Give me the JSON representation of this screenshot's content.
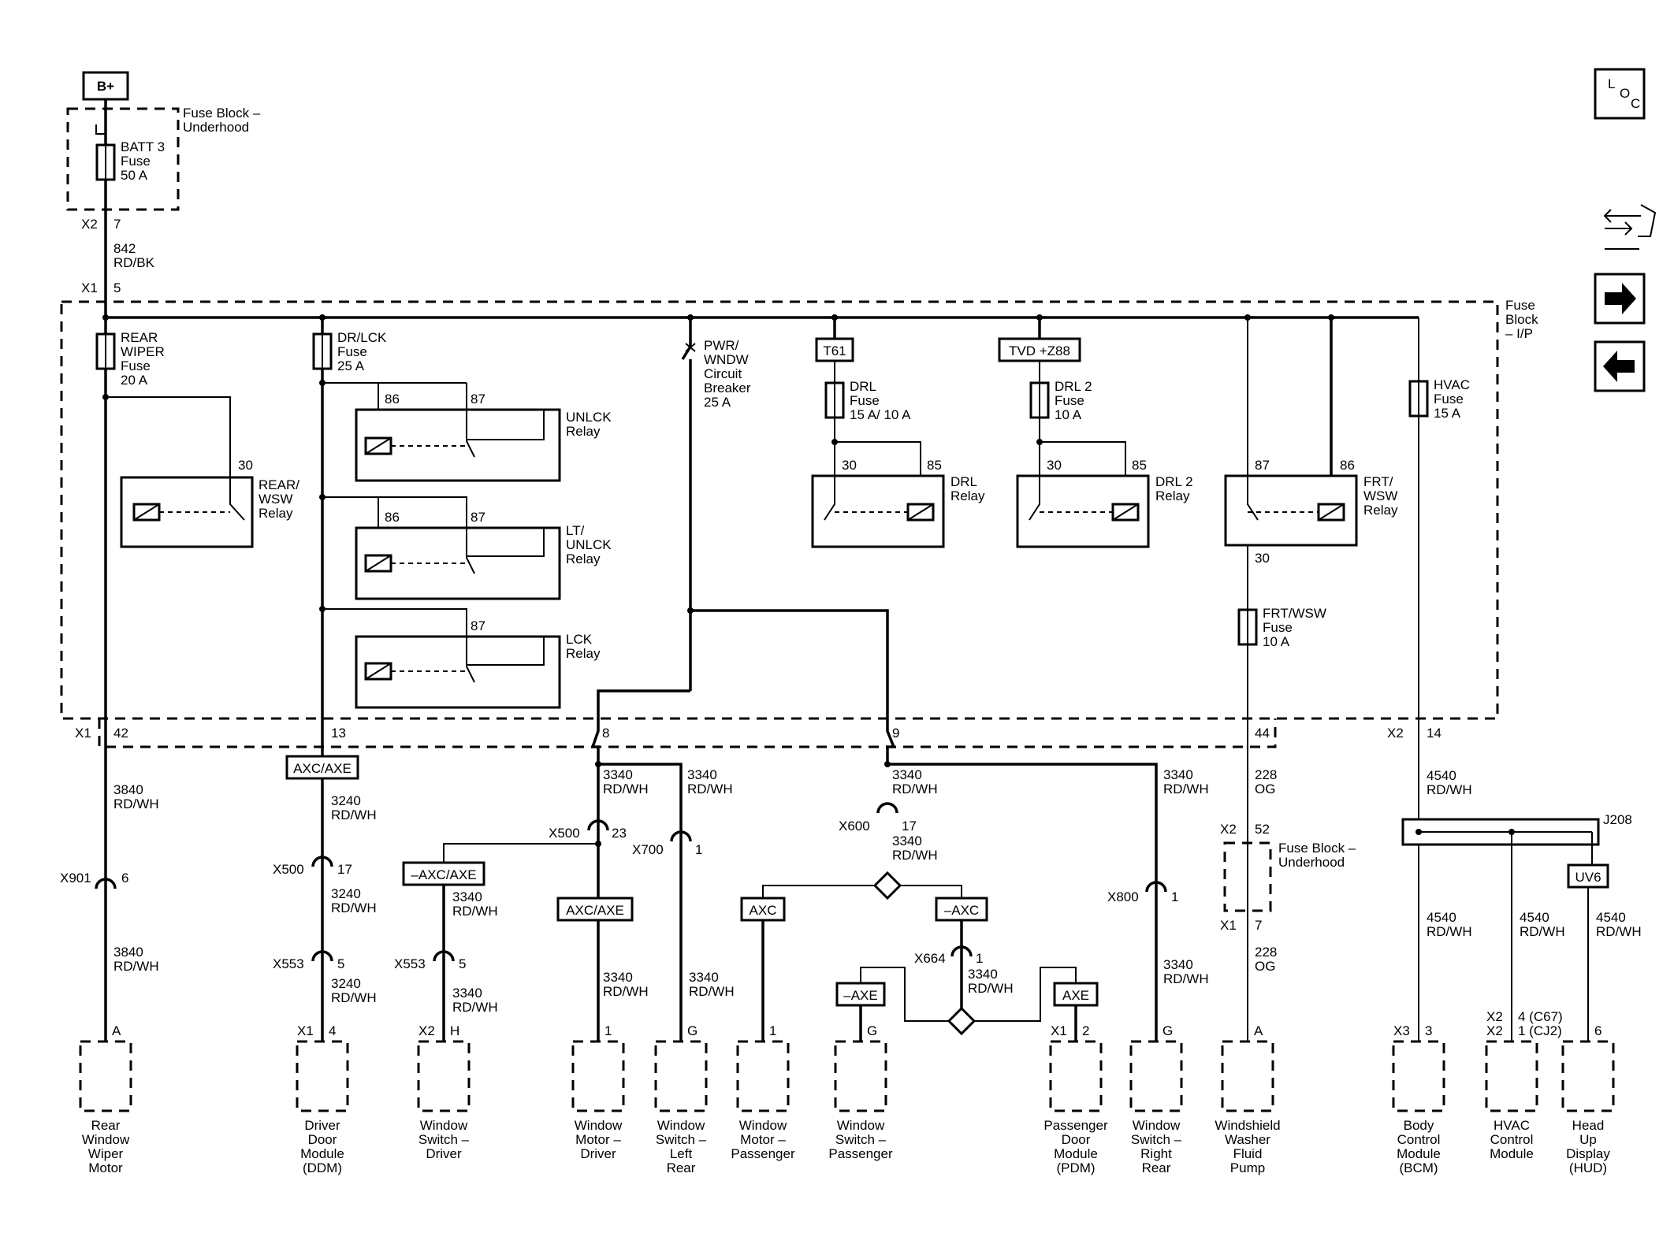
{
  "power": {
    "label": "B+"
  },
  "underhood": {
    "label": [
      "Fuse Block –",
      "Underhood"
    ],
    "fuse": [
      "BATT 3",
      "Fuse",
      "50 A"
    ],
    "conn": "X2",
    "pin": "7"
  },
  "feed": {
    "circuit": [
      "842",
      "RD/BK"
    ],
    "conn": "X1",
    "pin": "5"
  },
  "ip": {
    "label": [
      "Fuse",
      "Block",
      "– I/P"
    ]
  },
  "fuses": {
    "rear_wiper": [
      "REAR",
      "WIPER",
      "Fuse",
      "20 A"
    ],
    "dr_lck": [
      "DR/LCK",
      "Fuse",
      "25 A"
    ],
    "pwr_wndw": [
      "PWR/",
      "WNDW",
      "Circuit",
      "Breaker",
      "25 A"
    ],
    "drl": [
      "DRL",
      "Fuse",
      "15 A/ 10 A"
    ],
    "drl2": [
      "DRL 2",
      "Fuse",
      "10 A"
    ],
    "hvac": [
      "HVAC",
      "Fuse",
      "15 A"
    ],
    "frt_wsw": [
      "FRT/WSW",
      "Fuse",
      "10 A"
    ]
  },
  "options": {
    "t61": "T61",
    "tvd": "TVD +Z88",
    "axc_axe": "AXC/AXE",
    "neg_axc_axe": "–AXC/AXE",
    "axc": "AXC",
    "neg_axc": "–AXC",
    "neg_axe": "–AXE",
    "axe": "AXE",
    "uv6": "UV6"
  },
  "relays": {
    "rear_wsw": {
      "name": [
        "REAR/",
        "WSW",
        "Relay"
      ],
      "pin": "30"
    },
    "unlck": {
      "name": [
        "UNLCK",
        "Relay"
      ],
      "pin86": "86",
      "pin87": "87"
    },
    "lt_unlck": {
      "name": [
        "LT/",
        "UNLCK",
        "Relay"
      ],
      "pin86": "86",
      "pin87": "87"
    },
    "lck": {
      "name": [
        "LCK",
        "Relay"
      ],
      "pin87": "87"
    },
    "drl": {
      "name": [
        "DRL",
        "Relay"
      ],
      "pin30": "30",
      "pin85": "85"
    },
    "drl2": {
      "name": [
        "DRL 2",
        "Relay"
      ],
      "pin30": "30",
      "pin85": "85"
    },
    "frt_wsw": {
      "name": [
        "FRT/",
        "WSW",
        "Relay"
      ],
      "pin87": "87",
      "pin86": "86",
      "pin30": "30"
    }
  },
  "pins": {
    "x1": "X1",
    "p42": "42",
    "p13": "13",
    "p8": "8",
    "p9": "9",
    "p44": "44",
    "x2": "X2",
    "p14": "14"
  },
  "wires": {
    "w3840": [
      "3840",
      "RD/WH"
    ],
    "w3240": [
      "3240",
      "RD/WH"
    ],
    "w3340": [
      "3340",
      "RD/WH"
    ],
    "w228": [
      "228",
      "OG"
    ],
    "w4540": [
      "4540",
      "RD/WH"
    ]
  },
  "connectors": {
    "x901": {
      "name": "X901",
      "pin": "6"
    },
    "x500_17": {
      "name": "X500",
      "pin": "17"
    },
    "x553_5": {
      "name": "X553",
      "pin": "5"
    },
    "x500_23": {
      "name": "X500",
      "pin": "23"
    },
    "x700": {
      "name": "X700",
      "pin": "1"
    },
    "x600": {
      "name": "X600",
      "pin": "17"
    },
    "x664": {
      "name": "X664",
      "pin": "1"
    },
    "x800": {
      "name": "X800",
      "pin": "1"
    },
    "fb_under2": {
      "conn": "X2",
      "pin": "52",
      "label": [
        "Fuse Block –",
        "Underhood"
      ],
      "conn2": "X1",
      "pin2": "7"
    },
    "j208": "J208"
  },
  "components": [
    {
      "id": "rwwm",
      "pin": "A",
      "conn": "",
      "name": [
        "Rear",
        "Window",
        "Wiper",
        "Motor"
      ]
    },
    {
      "id": "ddm",
      "pin": "4",
      "conn": "X1",
      "name": [
        "Driver",
        "Door",
        "Module",
        "(DDM)"
      ]
    },
    {
      "id": "wsd",
      "pin": "H",
      "conn": "X2",
      "name": [
        "Window",
        "Switch –",
        "Driver"
      ]
    },
    {
      "id": "wmd",
      "pin": "1",
      "conn": "",
      "name": [
        "Window",
        "Motor –",
        "Driver"
      ]
    },
    {
      "id": "wslr",
      "pin": "G",
      "conn": "",
      "name": [
        "Window",
        "Switch –",
        "Left",
        "Rear"
      ]
    },
    {
      "id": "wmp",
      "pin": "1",
      "conn": "",
      "name": [
        "Window",
        "Motor –",
        "Passenger"
      ]
    },
    {
      "id": "wsp",
      "pin": "G",
      "conn": "",
      "name": [
        "Window",
        "Switch –",
        "Passenger"
      ]
    },
    {
      "id": "pdm",
      "pin": "2",
      "conn": "X1",
      "name": [
        "Passenger",
        "Door",
        "Module",
        "(PDM)"
      ]
    },
    {
      "id": "wsrr",
      "pin": "G",
      "conn": "",
      "name": [
        "Window",
        "Switch –",
        "Right",
        "Rear"
      ]
    },
    {
      "id": "wwfp",
      "pin": "A",
      "conn": "",
      "name": [
        "Windshield",
        "Washer",
        "Fluid",
        "Pump"
      ]
    },
    {
      "id": "bcm",
      "pin": "3",
      "conn": "X3",
      "name": [
        "Body",
        "Control",
        "Module",
        "(BCM)"
      ]
    },
    {
      "id": "hvacm",
      "pin": [
        "4 (C67)",
        "1 (CJ2)"
      ],
      "conn": [
        "X2",
        "X2"
      ],
      "name": [
        "HVAC",
        "Control",
        "Module"
      ]
    },
    {
      "id": "hud",
      "pin": "6",
      "conn": "",
      "name": [
        "Head",
        "Up",
        "Display",
        "(HUD)"
      ]
    }
  ],
  "loc_icon": {
    "letters": [
      "L",
      "O",
      "C"
    ]
  },
  "nav_icons": [
    "connector-tool-icon",
    "next-arrow-icon",
    "previous-arrow-icon"
  ]
}
